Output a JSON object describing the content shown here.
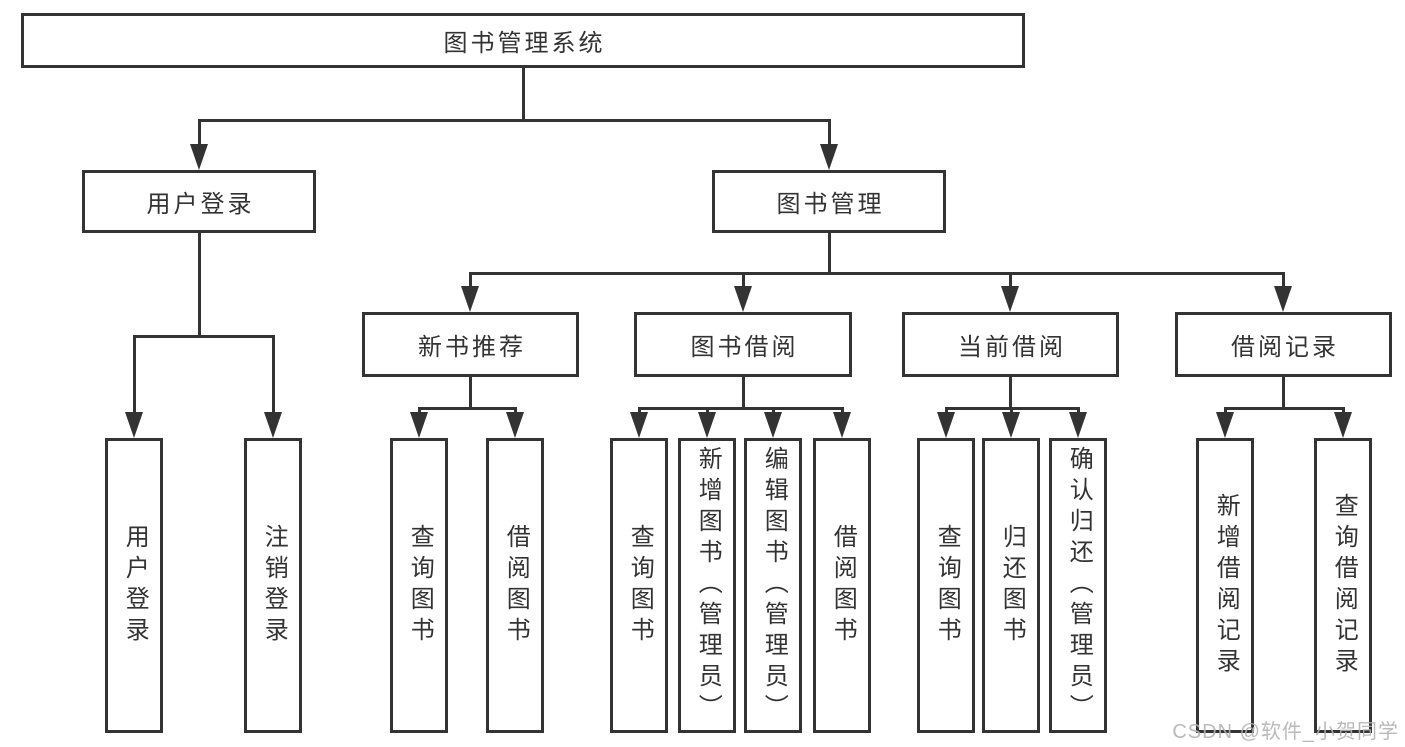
{
  "tree": {
    "root": {
      "label": "图书管理系统"
    },
    "level1": [
      {
        "label": "用户登录",
        "children": [
          {
            "label": "用户登录"
          },
          {
            "label": "注销登录"
          }
        ]
      },
      {
        "label": "图书管理",
        "children": [
          {
            "label": "新书推荐",
            "children": [
              {
                "label": "查询图书"
              },
              {
                "label": "借阅图书"
              }
            ]
          },
          {
            "label": "图书借阅",
            "children": [
              {
                "label": "查询图书"
              },
              {
                "label": "新增图书（管理员）"
              },
              {
                "label": "编辑图书（管理员）"
              },
              {
                "label": "借阅图书"
              }
            ]
          },
          {
            "label": "当前借阅",
            "children": [
              {
                "label": "查询图书"
              },
              {
                "label": "归还图书"
              },
              {
                "label": "确认归还（管理员）"
              }
            ]
          },
          {
            "label": "借阅记录",
            "children": [
              {
                "label": "新增借阅记录"
              },
              {
                "label": "查询借阅记录"
              }
            ]
          }
        ]
      }
    ]
  },
  "watermark": {
    "text": "CSDN @软件_小贺同学"
  },
  "colors": {
    "line": "#333333",
    "text": "#333333",
    "background": "#ffffff",
    "watermark": "#b3b3b3"
  }
}
